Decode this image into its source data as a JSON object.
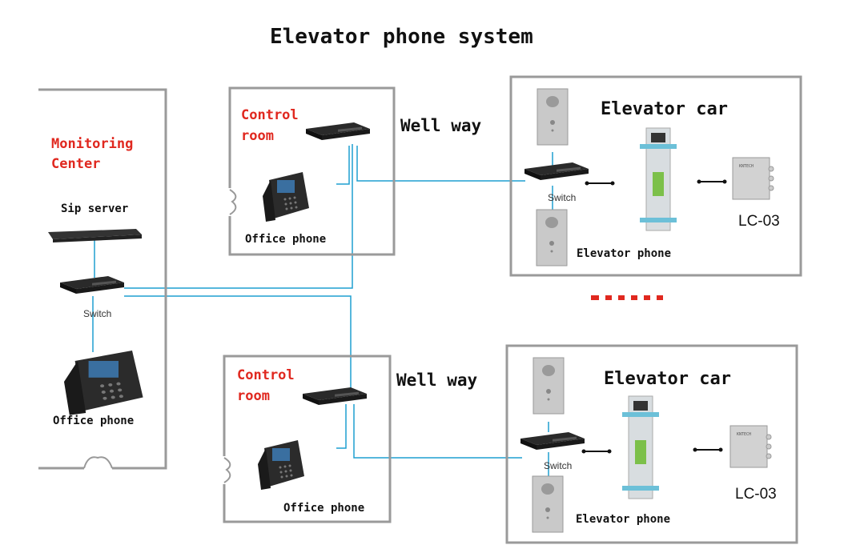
{
  "title": "Elevator phone system",
  "monitoring_center": {
    "label_line1": "Monitoring",
    "label_line2": "Center",
    "sip_server": "Sip server",
    "switch": "Switch",
    "phone": "Office phone"
  },
  "control_rooms": [
    {
      "label_line1": "Control",
      "label_line2": "room",
      "phone": "Office phone",
      "well_way": "Well way"
    },
    {
      "label_line1": "Control",
      "label_line2": "room",
      "phone": "Office phone",
      "well_way": "Well way"
    }
  ],
  "elevator_cars": [
    {
      "title": "Elevator car",
      "switch": "Switch",
      "phone": "Elevator phone",
      "controller": "LC-03"
    },
    {
      "title": "Elevator car",
      "switch": "Switch",
      "phone": "Elevator phone",
      "controller": "LC-03"
    }
  ],
  "colors": {
    "wire": "#1f9fd0",
    "room_label": "#e0281f",
    "dots": "#e0281f"
  }
}
